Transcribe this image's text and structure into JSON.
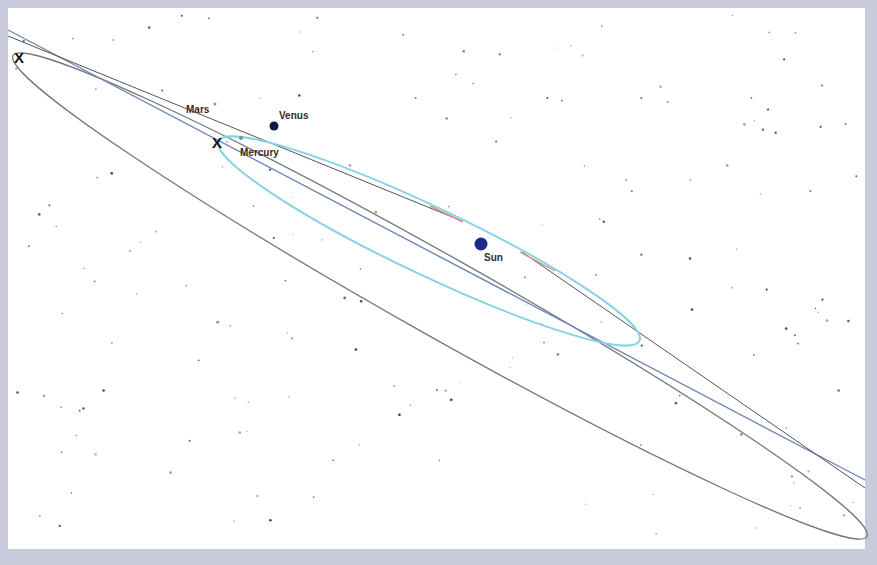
{
  "diagram": {
    "labels": [
      "X",
      "Mars",
      "Venus",
      "X",
      "Mercury",
      "Sun"
    ]
  }
}
